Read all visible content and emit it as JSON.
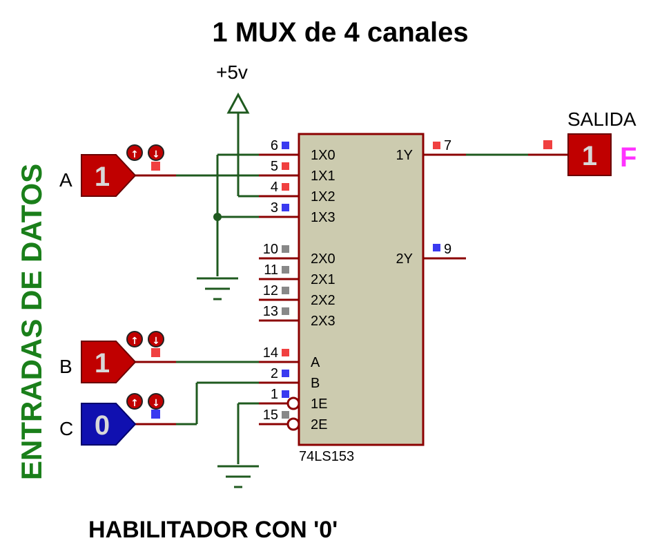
{
  "title": "1 MUX de 4 canales",
  "footer": "HABILITADOR CON '0'",
  "side_label": "ENTRADAS DE DATOS",
  "supply_label": "+5v",
  "output_label": "SALIDA",
  "output_name": "F",
  "chip_name": "74LS153",
  "inputs": [
    {
      "name": "A",
      "value": "1",
      "color": "#c00000"
    },
    {
      "name": "B",
      "value": "1",
      "color": "#c00000"
    },
    {
      "name": "C",
      "value": "0",
      "color": "#1010b0"
    }
  ],
  "output_value": "1",
  "left_pins": [
    {
      "num": "6",
      "label": "1X0"
    },
    {
      "num": "5",
      "label": "1X1"
    },
    {
      "num": "4",
      "label": "1X2"
    },
    {
      "num": "3",
      "label": "1X3"
    },
    {
      "num": "10",
      "label": "2X0"
    },
    {
      "num": "11",
      "label": "2X1"
    },
    {
      "num": "12",
      "label": "2X2"
    },
    {
      "num": "13",
      "label": "2X3"
    },
    {
      "num": "14",
      "label": "A"
    },
    {
      "num": "2",
      "label": "B"
    },
    {
      "num": "1",
      "label": "1E"
    },
    {
      "num": "15",
      "label": "2E"
    }
  ],
  "right_pins": [
    {
      "num": "7",
      "label": "1Y"
    },
    {
      "num": "9",
      "label": "2Y"
    }
  ]
}
